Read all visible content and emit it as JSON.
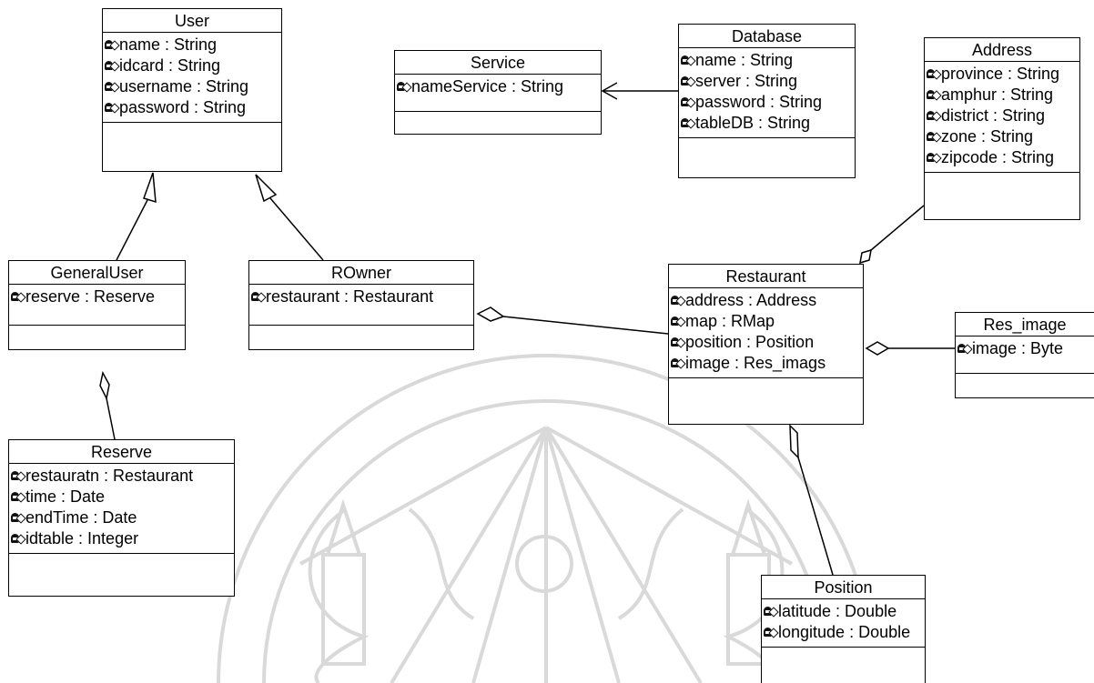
{
  "classes": {
    "user": {
      "name": "User",
      "attributes": [
        "name : String",
        "idcard : String",
        "username : String",
        "password : String"
      ]
    },
    "service": {
      "name": "Service",
      "attributes": [
        "nameService : String"
      ]
    },
    "database": {
      "name": "Database",
      "attributes": [
        "name : String",
        "server : String",
        "password : String",
        "tableDB : String"
      ]
    },
    "address": {
      "name": "Address",
      "attributes": [
        "province : String",
        "amphur : String",
        "district : String",
        "zone : String",
        "zipcode : String"
      ]
    },
    "general_user": {
      "name": "GeneralUser",
      "attributes": [
        "reserve : Reserve"
      ]
    },
    "rowner": {
      "name": "ROwner",
      "attributes": [
        "restaurant : Restaurant"
      ]
    },
    "restaurant": {
      "name": "Restaurant",
      "attributes": [
        "address : Address",
        "map : RMap",
        "position : Position",
        "image : Res_imags"
      ]
    },
    "res_image": {
      "name": "Res_image",
      "attributes": [
        "image : Byte"
      ]
    },
    "reserve": {
      "name": "Reserve",
      "attributes": [
        "restauratn : Restaurant",
        "time : Date",
        "endTime : Date",
        "idtable : Integer"
      ]
    },
    "position": {
      "name": "Position",
      "attributes": [
        "latitude : Double",
        "longitude : Double"
      ]
    }
  },
  "relationships": [
    {
      "type": "generalization",
      "from": "general_user",
      "to": "user"
    },
    {
      "type": "generalization",
      "from": "rowner",
      "to": "user"
    },
    {
      "type": "dependency",
      "from": "database",
      "to": "service"
    },
    {
      "type": "aggregation",
      "whole": "restaurant",
      "part": "address"
    },
    {
      "type": "aggregation",
      "whole": "rowner",
      "part": "restaurant"
    },
    {
      "type": "aggregation",
      "whole": "restaurant",
      "part": "res_image"
    },
    {
      "type": "aggregation",
      "whole": "restaurant",
      "part": "position"
    },
    {
      "type": "aggregation",
      "whole": "general_user",
      "part": "reserve"
    }
  ],
  "icons": {
    "attribute": "private-attribute-icon"
  },
  "colors": {
    "line": "#000000",
    "background": "#ffffff",
    "watermark": "#d9d9d9"
  }
}
